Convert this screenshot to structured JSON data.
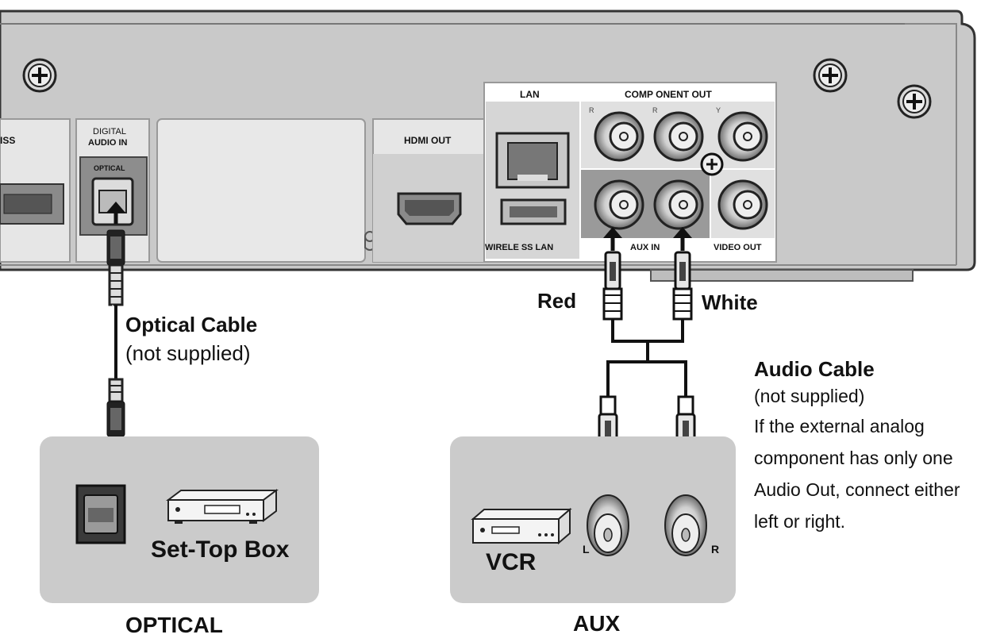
{
  "device_labels": {
    "partial_left": "ISS",
    "digital_audio_in_line1": "DIGITAL",
    "digital_audio_in_line2": "AUDIO IN",
    "optical_port": "OPTICAL",
    "hdmi_out": "HDMI OUT",
    "lan": "LAN",
    "wireless_lan": "WIRELE SS LAN",
    "component_out": "COMP ONENT OUT",
    "comp_pr": "R",
    "comp_pb": "R",
    "comp_y": "Y",
    "aux_in": "AUX IN",
    "video_out": "VIDEO OUT"
  },
  "optical": {
    "cable_title": "Optical Cable",
    "cable_note": "(not supplied)",
    "device": "Set-Top Box",
    "caption": "OPTICAL"
  },
  "aux": {
    "red": "Red",
    "white": "White",
    "cable_title": "Audio Cable",
    "cable_note": "(not supplied)",
    "instruction_lines": [
      "If the external analog",
      "component has only one",
      "Audio Out, connect either",
      "left or right."
    ],
    "device": "VCR",
    "left_jack": "L",
    "right_jack": "R",
    "caption": "AUX"
  }
}
